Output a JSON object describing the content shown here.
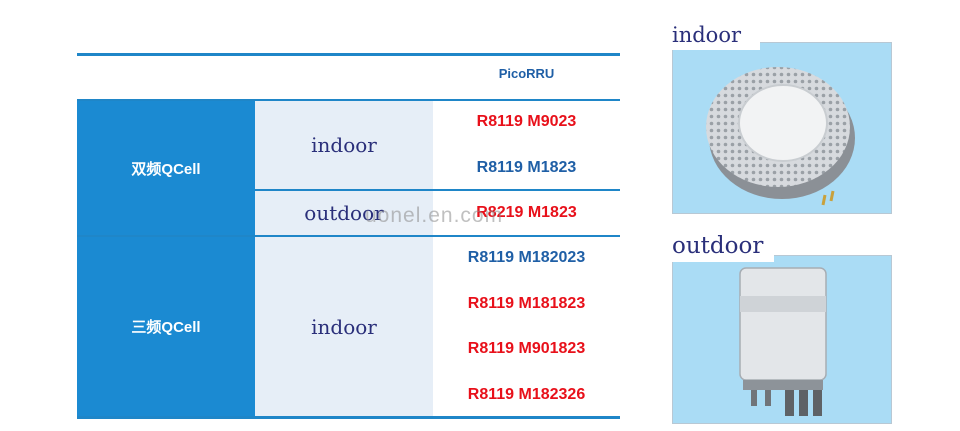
{
  "table": {
    "header": "PicoRRU",
    "groups": [
      {
        "category": "双频QCell",
        "rows": [
          {
            "environment": "indoor",
            "models": [
              "R8119 M9023",
              "R8119 M1823"
            ]
          },
          {
            "environment": "outdoor",
            "models": [
              "R8219 M1823"
            ]
          }
        ]
      },
      {
        "category": "三频QCell",
        "rows": [
          {
            "environment": "indoor",
            "models": [
              "R8119 M182023",
              "R8119 M181823",
              "R8119 M901823",
              "R8119 M182326"
            ]
          }
        ]
      }
    ]
  },
  "watermark": "uonel.en.com",
  "photos": [
    {
      "label": "indoor"
    },
    {
      "label": "outdoor"
    }
  ],
  "colors": {
    "category_bg": "#1b8ad2",
    "env_bg": "#e6eef7",
    "model_red": "#e8101a",
    "model_blue": "#1f5fa6",
    "rule": "#1f86c8"
  }
}
